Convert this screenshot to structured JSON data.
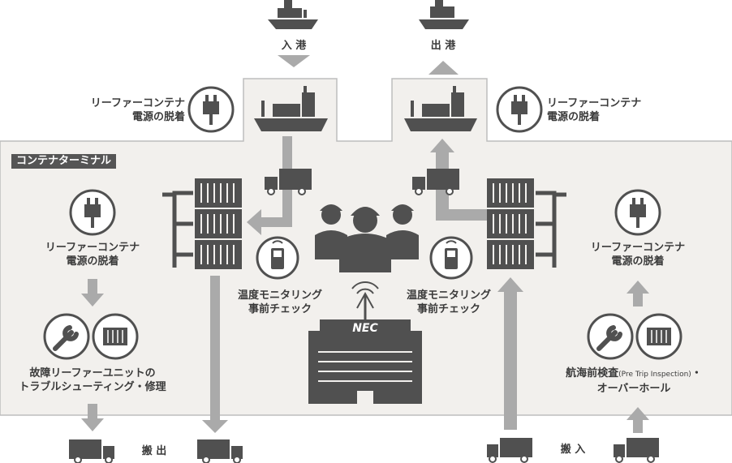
{
  "labels": {
    "port_in": "入 港",
    "port_out": "出 港",
    "terminal": "コンテナターミナル",
    "reefer_detach_line1": "リーファーコンテナ",
    "reefer_detach_line2": "電源の脱着",
    "temp_monitor_line1": "温度モニタリング",
    "temp_monitor_line2": "事前チェック",
    "repair_line1": "故障リーファーユニットの",
    "repair_line2": "トラブルシューティング・修理",
    "pti_line1": "航海前検査",
    "pti_en": "(Pre Trip Inspection)",
    "pti_dot": "・",
    "pti_line2": "オーバーホール",
    "carry_out": "搬 出",
    "carry_in": "搬 入",
    "nec_logo": "NEC"
  },
  "colors": {
    "terminal_bg": "#f2f0ed",
    "dark_gray": "#505050",
    "arrow_gray": "#aaaaaa",
    "border": "#bdbdbd"
  }
}
